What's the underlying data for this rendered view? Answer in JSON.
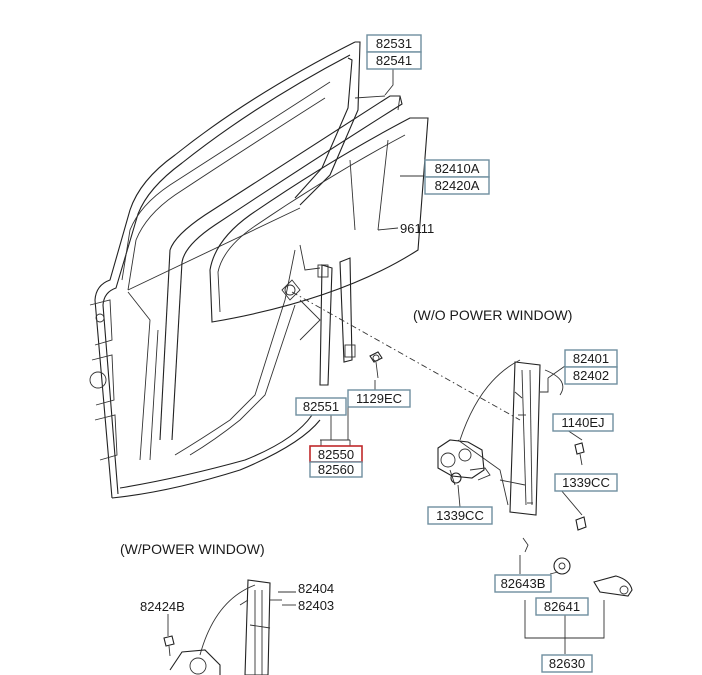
{
  "parts": {
    "p82531": "82531",
    "p82541": "82541",
    "p82410A": "82410A",
    "p82420A": "82420A",
    "p96111": "96111",
    "p82401": "82401",
    "p82402": "82402",
    "p1140EJ": "1140EJ",
    "p1339CC_right": "1339CC",
    "p1339CC_left": "1339CC",
    "p82551": "82551",
    "p1129EC": "1129EC",
    "p82550": "82550",
    "p82560": "82560",
    "p82643B": "82643B",
    "p82641": "82641",
    "p82630": "82630",
    "p82404": "82404",
    "p82403": "82403",
    "p82424B": "82424B"
  },
  "notes": {
    "wo_power_window": "(W/O POWER WINDOW)",
    "w_power_window": "(W/POWER WINDOW)"
  },
  "colors": {
    "box_border": "#6f8f9f",
    "highlight_border": "#c0282a",
    "line": "#222222"
  }
}
